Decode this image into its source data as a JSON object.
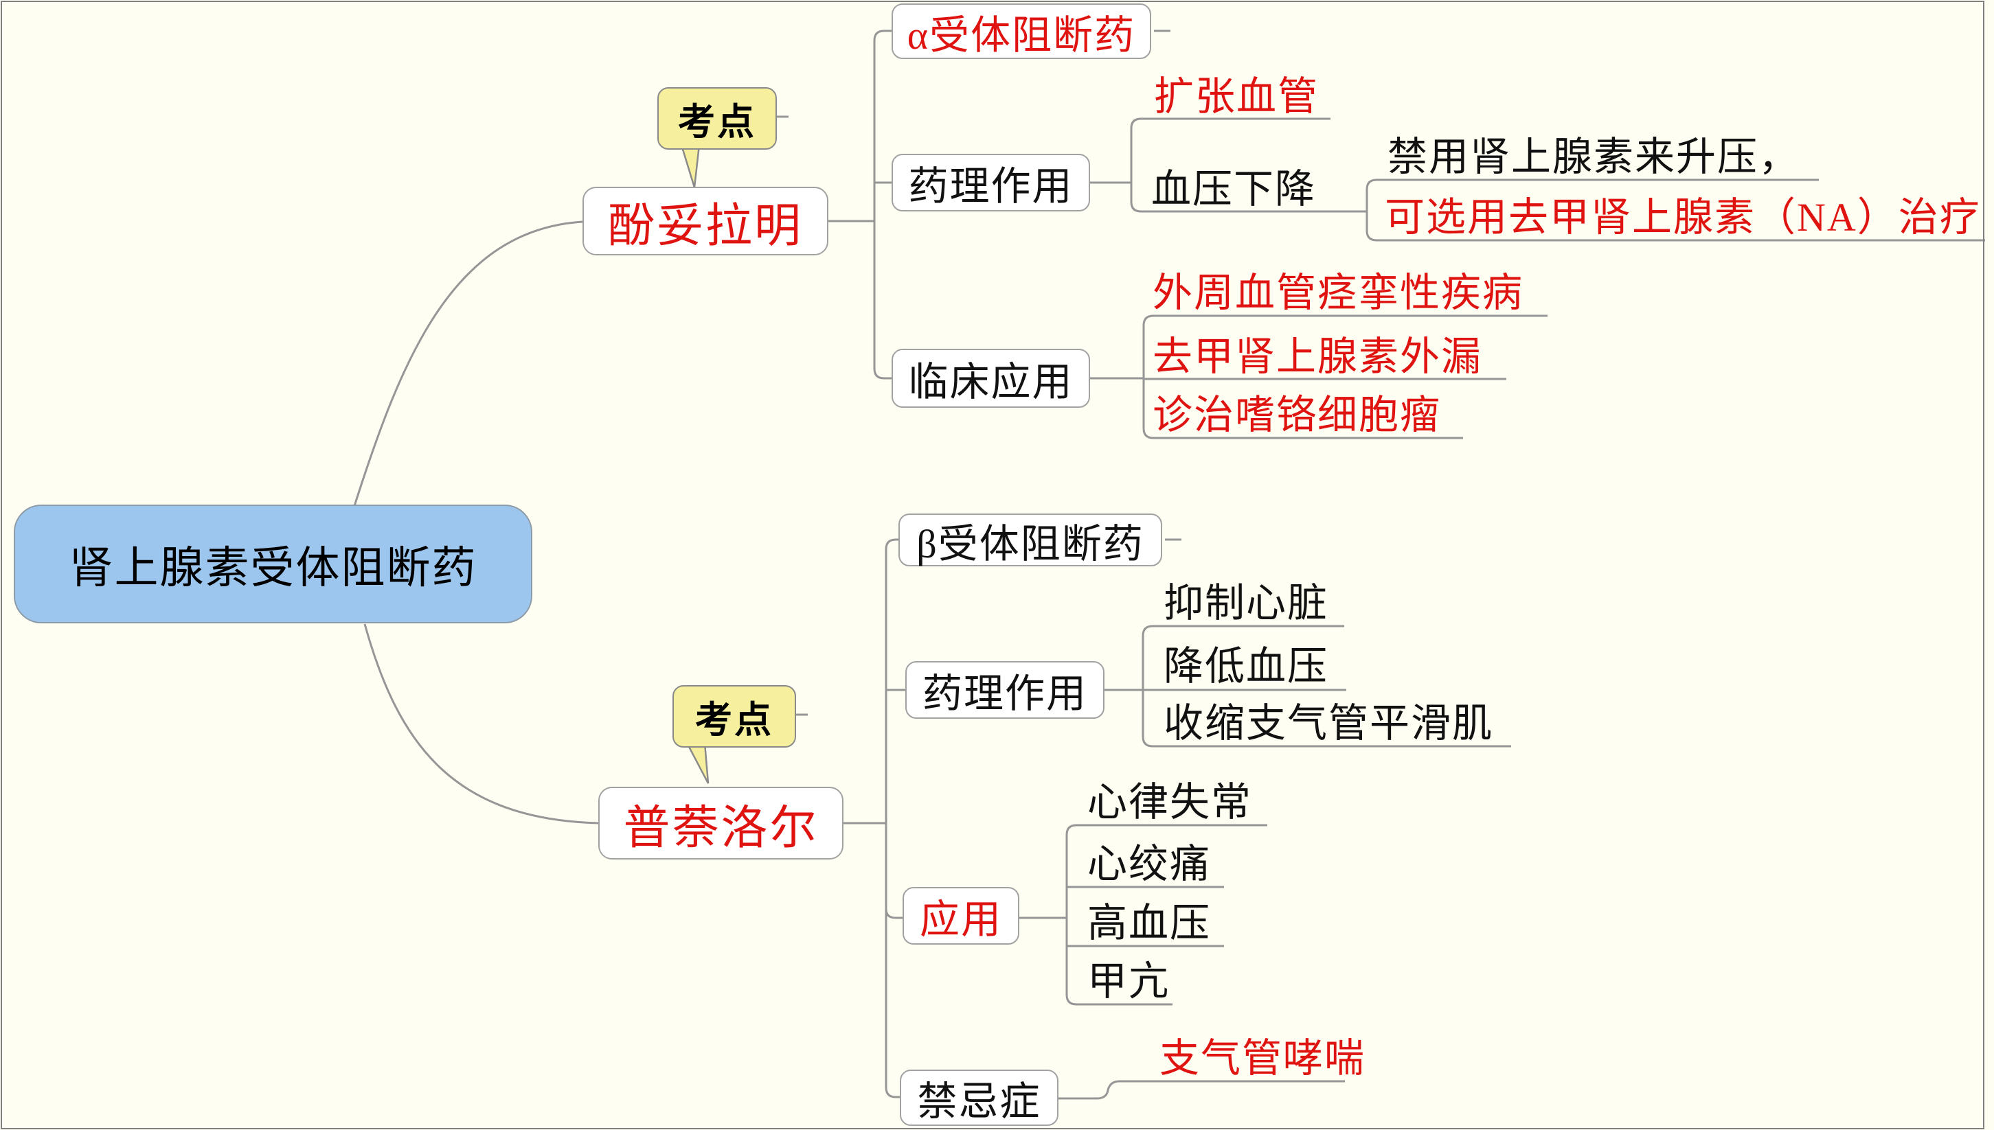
{
  "colors": {
    "background": "#FFFEF2",
    "root_fill": "#9CC6EE",
    "callout_fill": "#F5EF9E",
    "highlight_red": "#DF1310",
    "node_border": "#A2A2A2",
    "connector_gray": "#969696",
    "frame_gray": "#7F7F7F"
  },
  "root": {
    "label": "肾上腺素受体阻断药"
  },
  "branches": [
    {
      "topic": "酚妥拉明",
      "callout": "考点",
      "children": [
        {
          "label": "α受体阻断药"
        },
        {
          "label": "药理作用",
          "children": [
            {
              "label": "扩张血管"
            },
            {
              "label": "血压下降",
              "children": [
                {
                  "label": "禁用肾上腺素来升压，"
                },
                {
                  "label": "可选用去甲肾上腺素（NA）治疗"
                }
              ]
            }
          ]
        },
        {
          "label": "临床应用",
          "children": [
            {
              "label": "外周血管痉挛性疾病"
            },
            {
              "label": "去甲肾上腺素外漏"
            },
            {
              "label": "诊治嗜铬细胞瘤"
            }
          ]
        }
      ]
    },
    {
      "topic": "普萘洛尔",
      "callout": "考点",
      "children": [
        {
          "label": "β受体阻断药"
        },
        {
          "label": "药理作用",
          "children": [
            {
              "label": "抑制心脏"
            },
            {
              "label": "降低血压"
            },
            {
              "label": "收缩支气管平滑肌"
            }
          ]
        },
        {
          "label": "应用",
          "children": [
            {
              "label": "心律失常"
            },
            {
              "label": "心绞痛"
            },
            {
              "label": "高血压"
            },
            {
              "label": "甲亢"
            }
          ]
        },
        {
          "label": "禁忌症",
          "children": [
            {
              "label": "支气管哮喘"
            }
          ]
        }
      ]
    }
  ]
}
